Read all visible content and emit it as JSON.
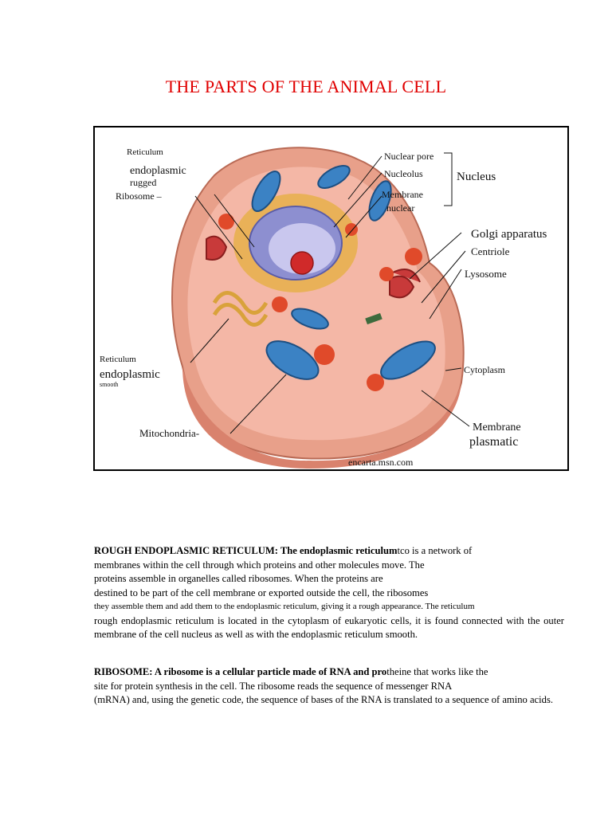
{
  "title": "THE PARTS OF THE ANIMAL CELL",
  "figure": {
    "labels": {
      "reticulum_top": "Reticulum",
      "endoplasmic_top": "endoplasmic",
      "rugged": "rugged",
      "ribosome": "Ribosome –",
      "nuclear_pore": "Nuclear pore",
      "nucleolus": "Nucleolus",
      "membrane": "Membrane",
      "nuclear": "nuclear",
      "nucleus": "Nucleus",
      "golgi": "Golgi apparatus",
      "centriole": "Centriole",
      "lysosome": "Lysosome",
      "reticulum_bottom": "Reticulum",
      "endoplasmic_bottom": "endoplasmic",
      "smooth": "smooth",
      "cytoplasm": "Cytoplasm",
      "mitochondria": "Mitochondria-",
      "membrane_plasma": "Membrane",
      "plasmatic": "plasmatic",
      "source": "encarta.msn.com"
    }
  },
  "rer": {
    "heading": "ROUGH ENDOPLASMIC RETICULUM: The endoplasmic reticulum",
    "line1_rest": "tco is a network of",
    "line2": "membranes within the cell through which proteins and other molecules move. The",
    "line3": "proteins assemble in organelles called ribosomes. When the proteins are",
    "line4": "destined to be part of the cell membrane or exported outside the cell, the ribosomes",
    "line5": "they assemble them and add them to the endoplasmic reticulum, giving it a rough appearance. The reticulum",
    "line6": "rough endoplasmic reticulum is located in the cytoplasm of eukaryotic cells, it is found connected with the outer membrane of the cell nucleus as well as with the endoplasmic reticulum smooth."
  },
  "ribosome": {
    "heading": "RIBOSOME: A ribosome is a cellular particle made of RNA and pro",
    "line1_rest": "theine that works like the",
    "line2": "site for protein synthesis in the cell. The ribosome reads the sequence of messenger RNA",
    "line3": "(mRNA) and, using the genetic code, the sequence of bases of the RNA is translated to a sequence of amino acids."
  }
}
